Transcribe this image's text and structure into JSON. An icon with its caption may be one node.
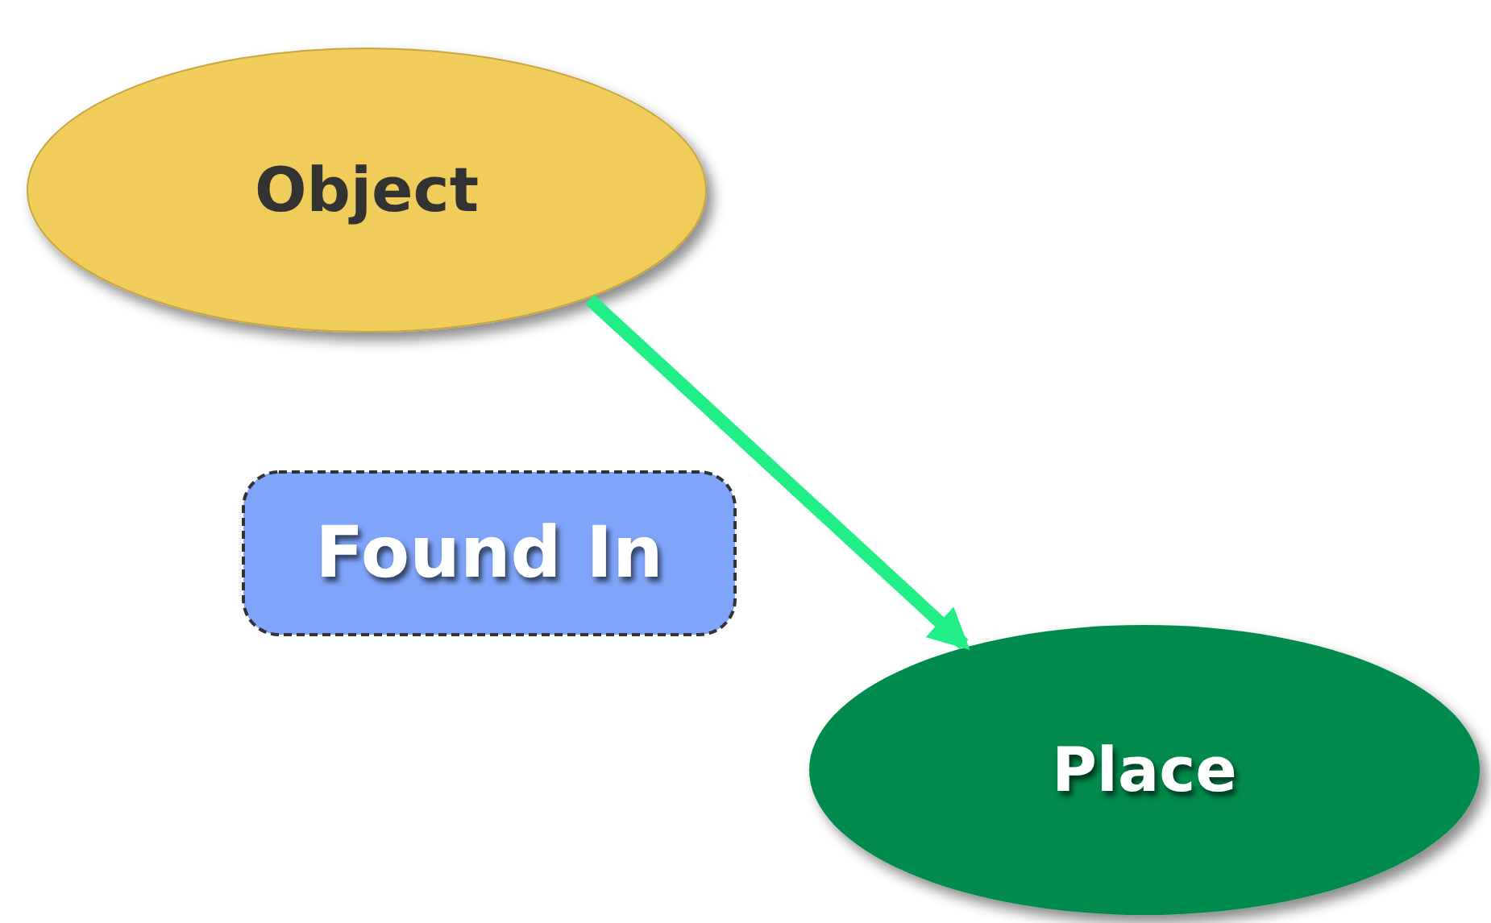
{
  "diagram": {
    "nodes": [
      {
        "text": [
          "Object"
        ]
      },
      {
        "text": [
          "Found In"
        ]
      },
      {
        "text": [
          "Place"
        ]
      }
    ],
    "edges": [
      {
        "from": 0,
        "to": 2,
        "arrow": "to"
      }
    ]
  }
}
